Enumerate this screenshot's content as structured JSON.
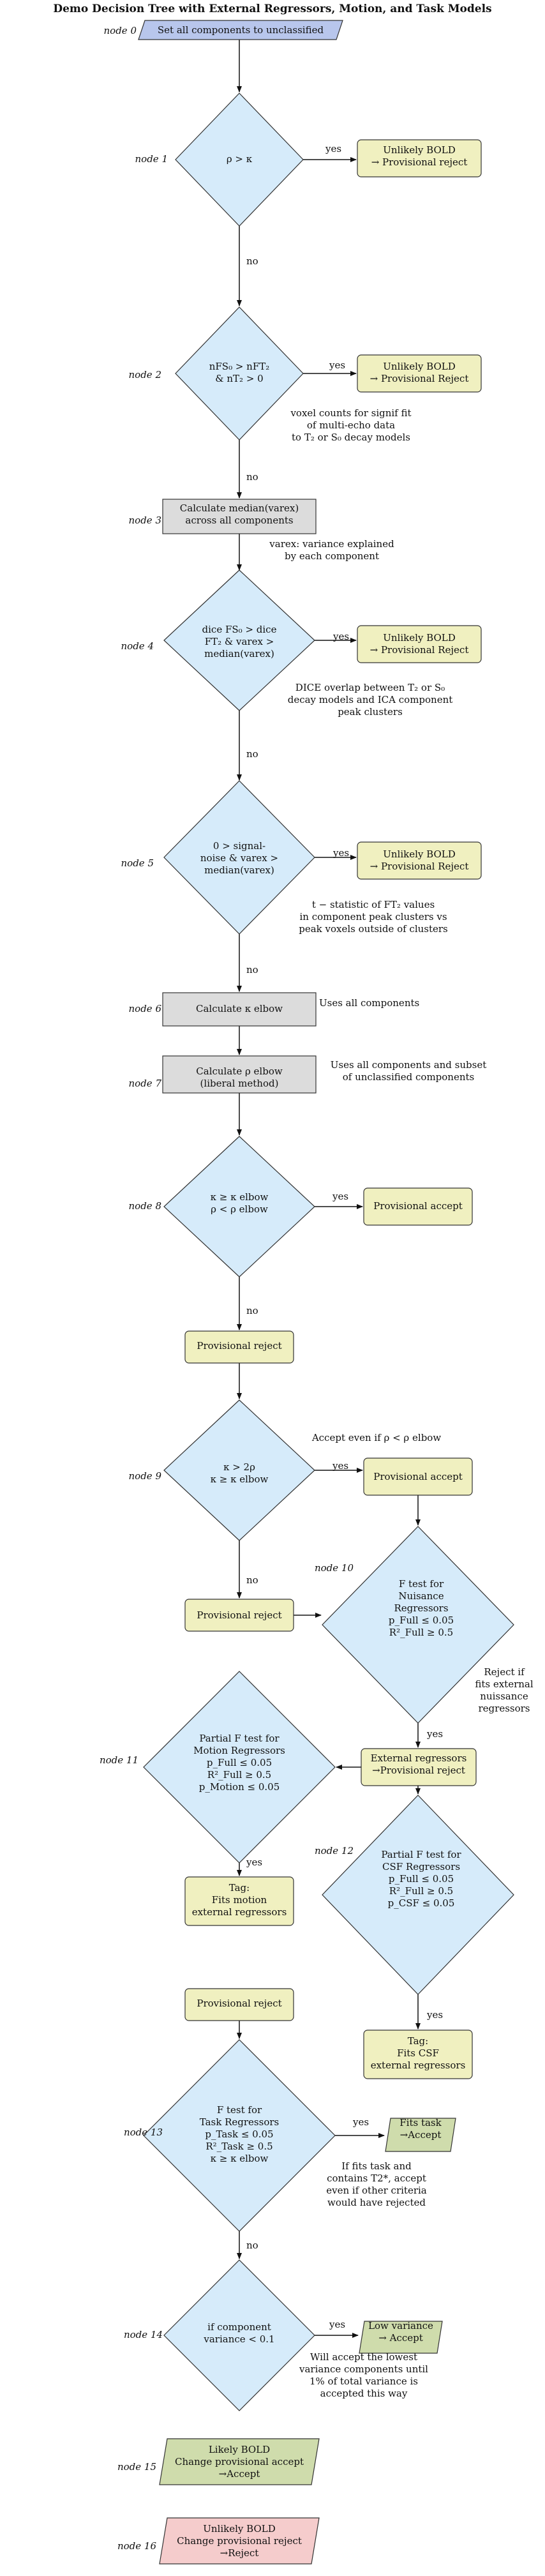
{
  "title": "Demo Decision Tree with External Regressors, Motion, and Task Models",
  "node_labels": {
    "n0": "node 0",
    "n1": "node 1",
    "n2": "node 2",
    "n3": "node 3",
    "n4": "node 4",
    "n5": "node 5",
    "n6": "node 6",
    "n7": "node 7",
    "n8": "node 8",
    "n9": "node 9",
    "n10": "node 10",
    "n11": "node 11",
    "n12": "node 12",
    "n13": "node 13",
    "n14": "node 14",
    "n15": "node 15",
    "n16": "node 16"
  },
  "edge_labels": {
    "yes": "yes",
    "no": "no"
  },
  "boxes": {
    "start": "Set all components to unclassified",
    "calc_varex_1": "Calculate median(varex)",
    "calc_varex_2": "across all components",
    "calc_kappa": "Calculate κ elbow",
    "calc_rho_1": "Calculate ρ elbow",
    "calc_rho_2": "(liberal method)",
    "prov_reject_a": "Provisional reject",
    "prov_reject_b": "Provisional reject",
    "prov_reject_c": "Provisional reject",
    "ext_reg_1": "External regressors",
    "ext_reg_2": "→Provisional reject"
  },
  "decisions": {
    "d1": [
      "ρ > κ"
    ],
    "d2": [
      "nFS₀ > nFT₂",
      "& nT₂ > 0"
    ],
    "d4": [
      "dice FS₀ > dice",
      "FT₂ & varex >",
      "median(varex)"
    ],
    "d5": [
      "0 > signal-",
      "noise & varex >",
      "median(varex)"
    ],
    "d8": [
      "κ ≥ κ elbow",
      "ρ < ρ elbow"
    ],
    "d9": [
      "κ > 2ρ",
      "κ ≥ κ elbow"
    ],
    "d10": [
      "F test for",
      "Nuisance",
      "Regressors",
      "p_Full ≤ 0.05",
      "R²_Full ≥ 0.5"
    ],
    "d11": [
      "Partial F test for",
      "Motion Regressors",
      "p_Full ≤ 0.05",
      "R²_Full ≥ 0.5",
      "p_Motion ≤ 0.05"
    ],
    "d12": [
      "Partial F test for",
      "CSF Regressors",
      "p_Full ≤ 0.05",
      "R²_Full ≥ 0.5",
      "p_CSF ≤ 0.05"
    ],
    "d13": [
      "F test for",
      "Task Regressors",
      "p_Task ≤ 0.05",
      "R²_Task ≥ 0.5",
      "κ ≥ κ elbow"
    ],
    "d14": [
      "if component",
      "variance < 0.1"
    ]
  },
  "outcomes": {
    "o1": [
      "Unlikely BOLD",
      "→ Provisional reject"
    ],
    "o2": [
      "Unlikely BOLD",
      "→ Provisional Reject"
    ],
    "o4": [
      "Unlikely BOLD",
      "→ Provisional Reject"
    ],
    "o5": [
      "Unlikely BOLD",
      "→ Provisional Reject"
    ],
    "o8": [
      "Provisional accept"
    ],
    "o9": [
      "Provisional accept"
    ],
    "tag_motion": [
      "Tag:",
      "Fits motion",
      "external regressors"
    ],
    "tag_csf": [
      "Tag:",
      "Fits CSF",
      "external regressors"
    ],
    "fits_task": [
      "Fits task",
      "→Accept"
    ],
    "low_var": [
      "Low variance",
      "→ Accept"
    ],
    "n15": [
      "Likely BOLD",
      "Change provisional accept",
      "→Accept"
    ],
    "n16": [
      "Unlikely BOLD",
      "Change provisional reject",
      "→Reject"
    ]
  },
  "notes": {
    "signif": [
      "voxel counts for signif fit",
      "of multi-echo data",
      "to T₂ or S₀ decay models"
    ],
    "varex": [
      "varex: variance explained",
      "by each component"
    ],
    "dice": [
      "DICE overlap between T₂ or S₀",
      "decay models and ICA component",
      "peak clusters"
    ],
    "tstat": [
      "t − statistic of FT₂ values",
      "in component peak clusters vs",
      "peak voxels outside of clusters"
    ],
    "kappa_all": [
      "Uses all components"
    ],
    "rho_all": [
      "Uses all components and subset",
      "of unclassified components"
    ],
    "accept_even": [
      "Accept even if ρ < ρ elbow"
    ],
    "reject_if": [
      "Reject if",
      "fits external",
      "nuissance",
      "regressors"
    ],
    "task_note": [
      "If fits task and",
      "contains T2*, accept",
      "even if other criteria",
      "would have rejected"
    ],
    "lowvar_note": [
      "Will accept the lowest",
      "variance components until",
      "1% of total variance is",
      "accepted this way"
    ]
  },
  "colors": {
    "diamond": "#d6ebfa",
    "process": "#dcdcdc",
    "outcome": "#f0f0c0",
    "accept": "#cfdcac",
    "reject": "#f5cccc",
    "start": "#b8c6ec"
  }
}
